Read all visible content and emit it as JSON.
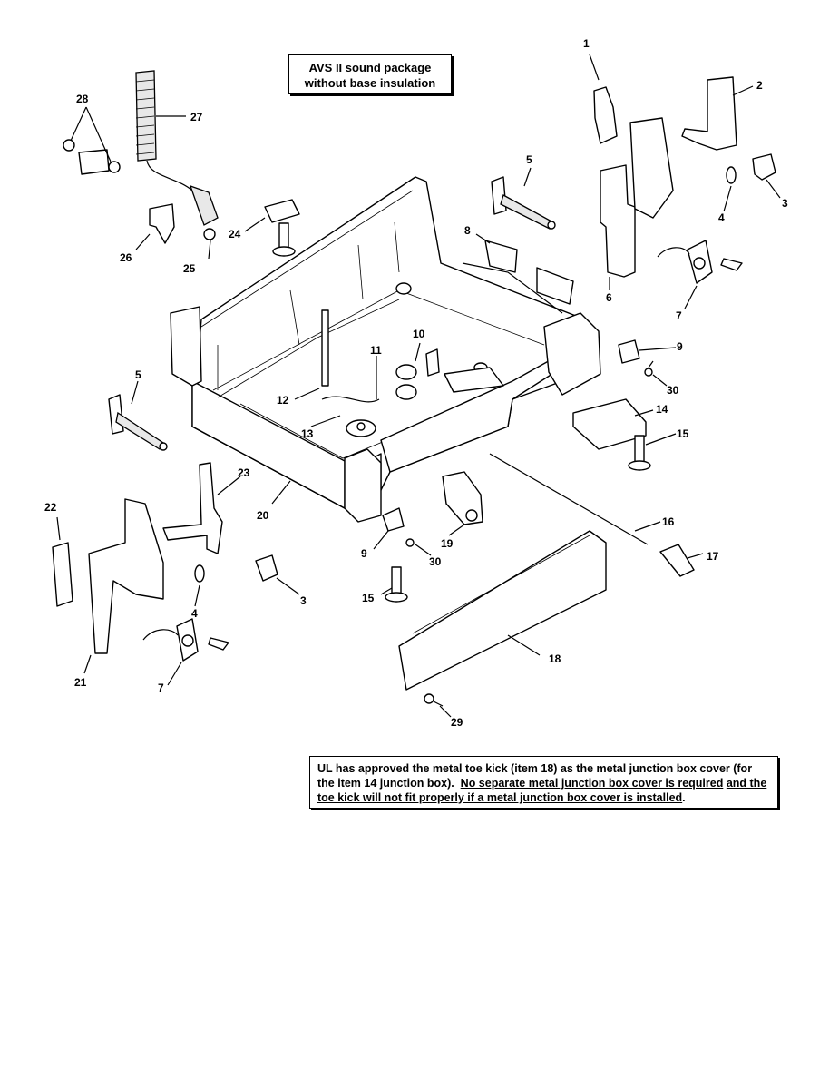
{
  "notes": {
    "avs_line1": "AVS II sound package",
    "avs_line2": "without base insulation",
    "ul_text_plain": "UL has approved the metal toe kick (item 18) as the metal junction box cover (for the item 14 junction box).",
    "ul_text_underlined_1": "No separate metal junction box cover is required",
    "ul_text_underlined_2": "and the toe kick will not fit properly if a metal junction box cover is installed",
    "ul_text_end": "."
  },
  "callouts": [
    {
      "id": "c1",
      "label": "1"
    },
    {
      "id": "c2",
      "label": "2"
    },
    {
      "id": "c3a",
      "label": "3"
    },
    {
      "id": "c4a",
      "label": "4"
    },
    {
      "id": "c5a",
      "label": "5"
    },
    {
      "id": "c6",
      "label": "6"
    },
    {
      "id": "c7a",
      "label": "7"
    },
    {
      "id": "c8",
      "label": "8"
    },
    {
      "id": "c9a",
      "label": "9"
    },
    {
      "id": "c30a",
      "label": "30"
    },
    {
      "id": "c14",
      "label": "14"
    },
    {
      "id": "c15a",
      "label": "15"
    },
    {
      "id": "c10",
      "label": "10"
    },
    {
      "id": "c11",
      "label": "11"
    },
    {
      "id": "c12",
      "label": "12"
    },
    {
      "id": "c13",
      "label": "13"
    },
    {
      "id": "c5b",
      "label": "5"
    },
    {
      "id": "c20",
      "label": "20"
    },
    {
      "id": "c23",
      "label": "23"
    },
    {
      "id": "c22",
      "label": "22"
    },
    {
      "id": "c21",
      "label": "21"
    },
    {
      "id": "c4b",
      "label": "4"
    },
    {
      "id": "c7b",
      "label": "7"
    },
    {
      "id": "c3b",
      "label": "3"
    },
    {
      "id": "c9b",
      "label": "9"
    },
    {
      "id": "c30b",
      "label": "30"
    },
    {
      "id": "c15b",
      "label": "15"
    },
    {
      "id": "c19",
      "label": "19"
    },
    {
      "id": "c16",
      "label": "16"
    },
    {
      "id": "c17",
      "label": "17"
    },
    {
      "id": "c18",
      "label": "18"
    },
    {
      "id": "c29",
      "label": "29"
    },
    {
      "id": "c24",
      "label": "24"
    },
    {
      "id": "c25",
      "label": "25"
    },
    {
      "id": "c26",
      "label": "26"
    },
    {
      "id": "c27",
      "label": "27"
    },
    {
      "id": "c28",
      "label": "28"
    }
  ]
}
